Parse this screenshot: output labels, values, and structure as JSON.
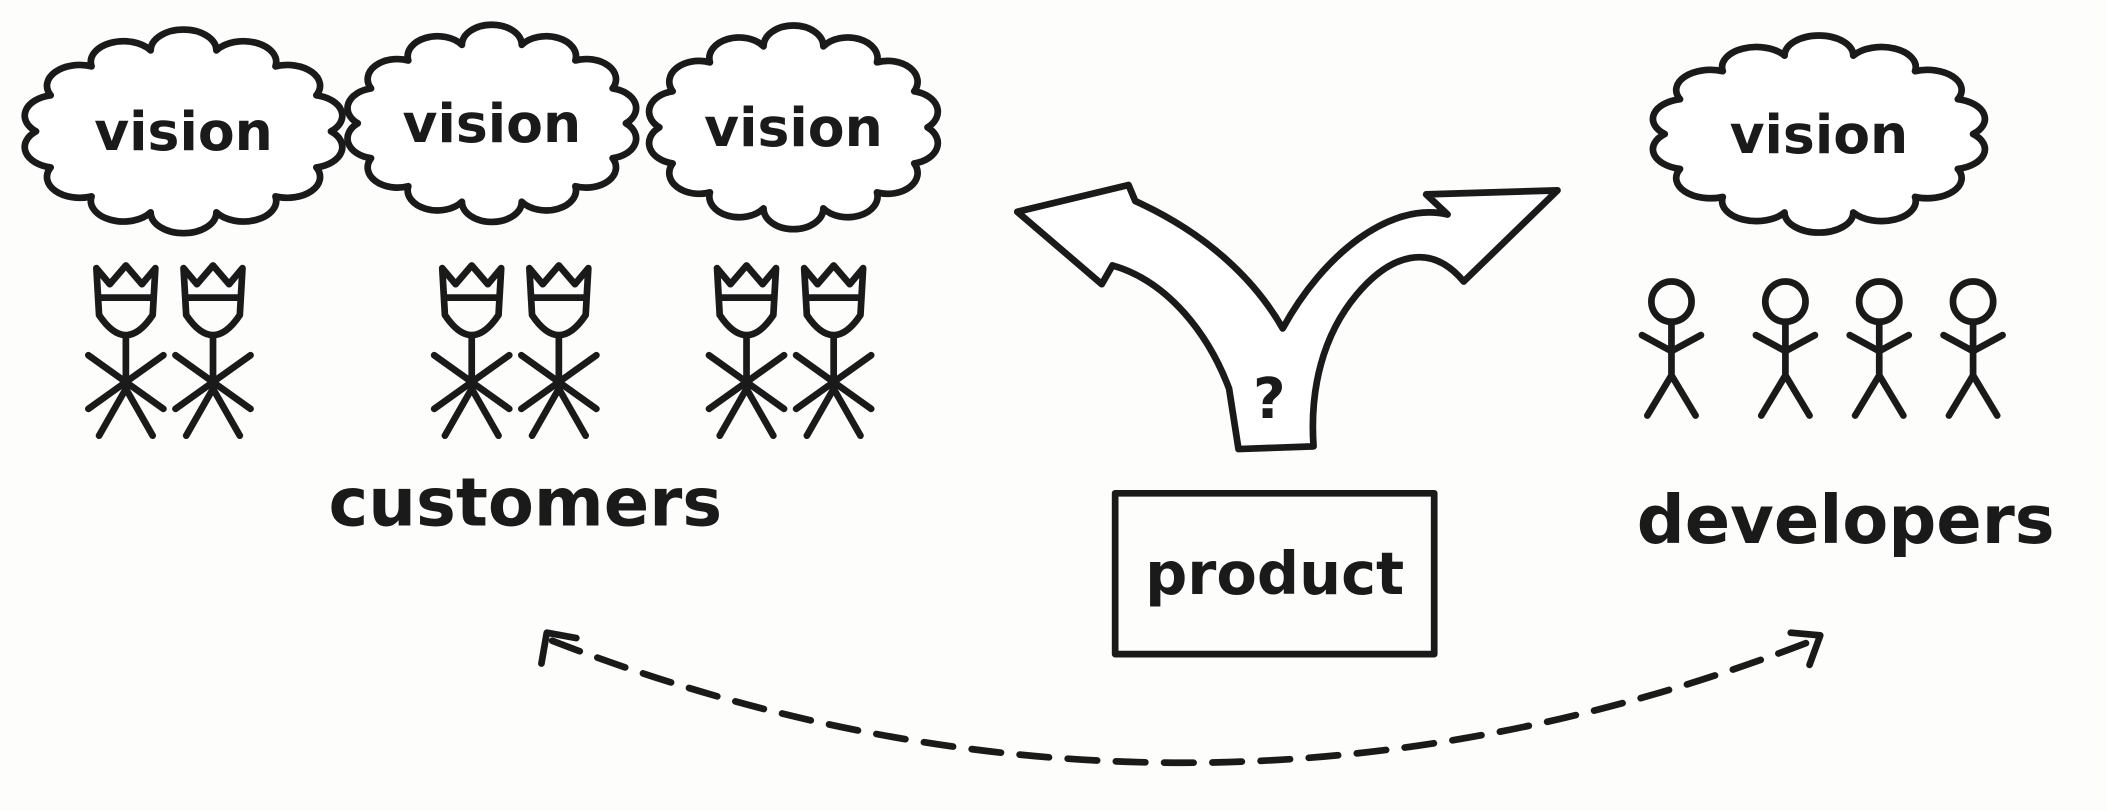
{
  "diagram": {
    "clouds": [
      {
        "label": "vision",
        "group": "customers"
      },
      {
        "label": "vision",
        "group": "customers"
      },
      {
        "label": "vision",
        "group": "customers"
      },
      {
        "label": "vision",
        "group": "developers"
      }
    ],
    "customers_label": "customers",
    "developers_label": "developers",
    "product_label": "product",
    "question_mark": "?",
    "ink_color": "#1a1a1a",
    "customer_count": 6,
    "developer_count": 4
  }
}
